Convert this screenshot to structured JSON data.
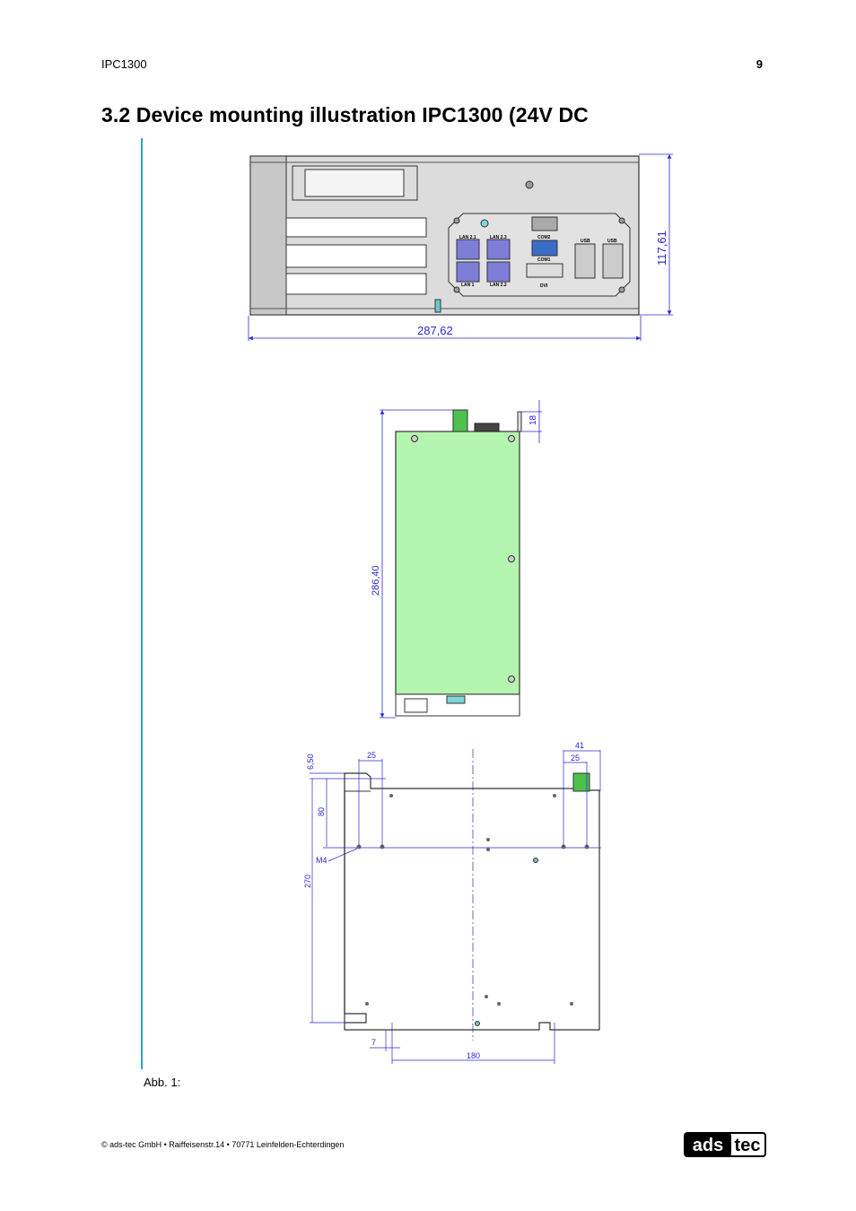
{
  "header": {
    "product": "IPC1300",
    "page_number": "9"
  },
  "section": {
    "title": "3.2  Device mounting illustration IPC1300 (24V DC"
  },
  "front_view": {
    "width_dim": "287,62",
    "height_dim": "117,61",
    "port_labels": {
      "lan21": "LAN 2.1",
      "lan23": "LAN 2.3",
      "lan1": "LAN 1",
      "lan22": "LAN 2.2",
      "com2": "COM2",
      "com1": "COM1",
      "dvi": "DVI",
      "usb1": "USB",
      "usb2": "USB"
    }
  },
  "side_view": {
    "depth_dim": "286,40",
    "top_dim": "18"
  },
  "bottom_view": {
    "dims": {
      "d650": "6,50",
      "d25_left": "25",
      "d80": "80",
      "m4": "M4",
      "d270": "270",
      "d7": "7",
      "d180": "180",
      "d41": "41",
      "d25_right": "25"
    }
  },
  "caption": "Abb. 1:",
  "footer": {
    "text": "© ads-tec GmbH • Raiffeisenstr.14 • 70771 Leinfelden-Echterdingen"
  },
  "logo": {
    "left": "ads",
    "right": "tec"
  },
  "colors": {
    "accent_bar": "#2aa4c4",
    "dimension": "#2a2ad0",
    "green_panel": "#b4f5b0"
  }
}
